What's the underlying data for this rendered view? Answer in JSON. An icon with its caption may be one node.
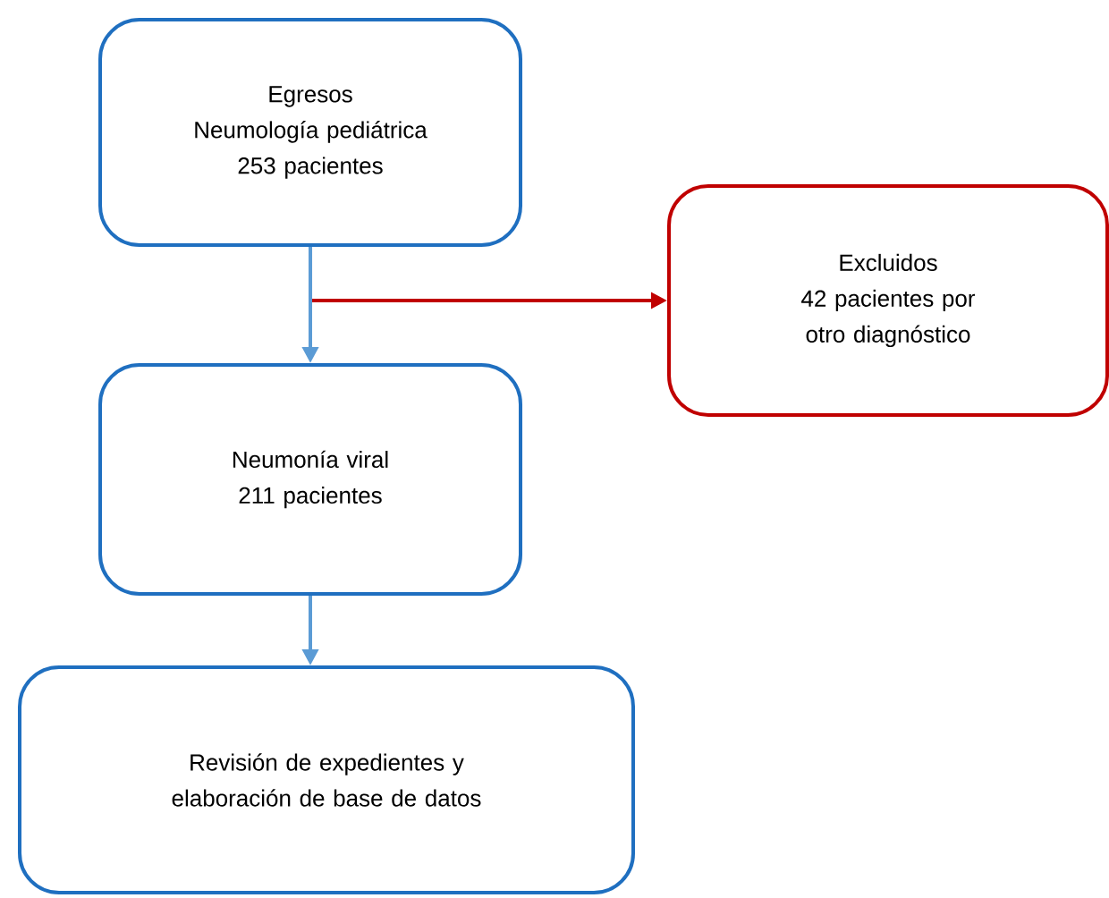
{
  "diagram": {
    "nodes": [
      {
        "text": [
          "Egresos",
          "Neumología pediátrica",
          "253 pacientes"
        ]
      },
      {
        "text": [
          "Excluidos",
          "42 pacientes por otro diagnóstico"
        ]
      },
      {
        "text": [
          "Neumonía viral",
          "211 pacientes"
        ]
      },
      {
        "text": [
          "Revisión de expedientes y elaboración de base de datos"
        ]
      }
    ],
    "edges": [
      {
        "from": 0,
        "to": 2,
        "arrow": "to"
      },
      {
        "from": 0,
        "to": 1,
        "arrow": "to",
        "color": "#c00000"
      },
      {
        "from": 2,
        "to": 3,
        "arrow": "to"
      }
    ]
  }
}
